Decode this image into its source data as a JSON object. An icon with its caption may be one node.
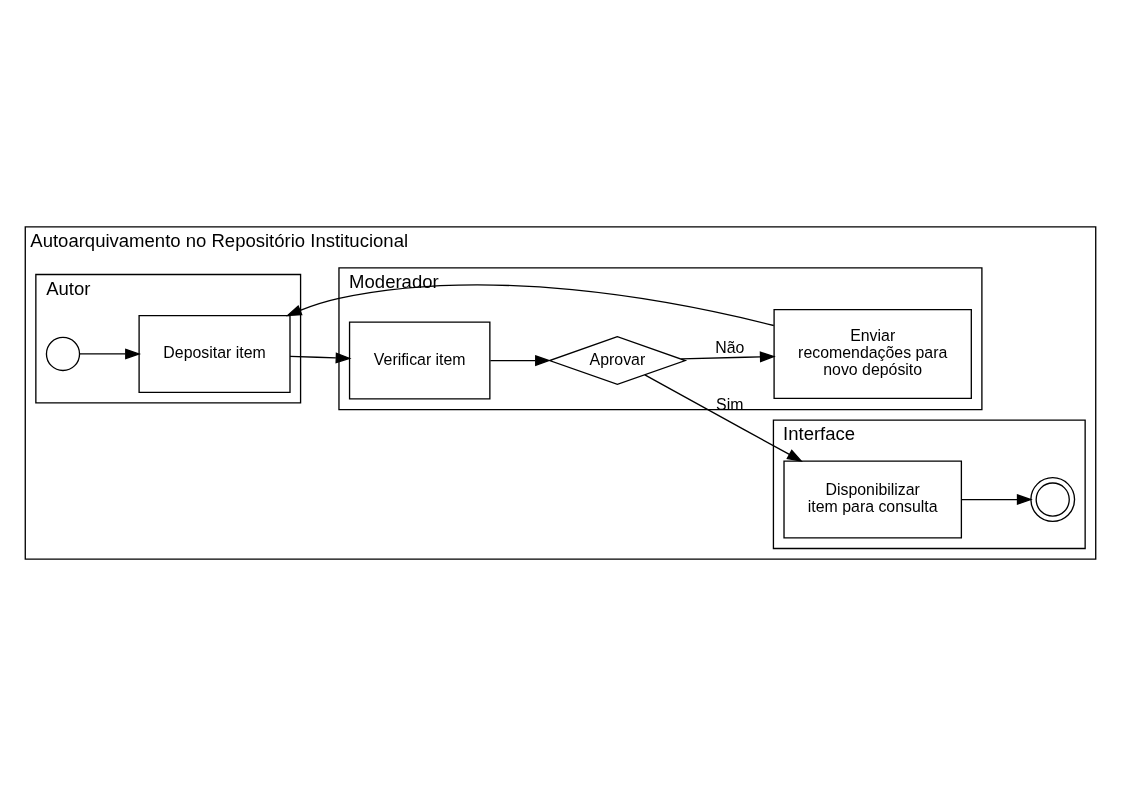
{
  "diagram": {
    "nodes": [
      {
        "text": [
          "Autoarquivamento no Repositório Institucional"
        ]
      },
      {
        "text": [
          "Autor"
        ],
        "in": 0
      },
      {
        "text": [
          "Moderador"
        ],
        "in": 0
      },
      {
        "text": [
          "Interface"
        ],
        "in": 0
      },
      {
        "text": [],
        "shape": "circle",
        "in": 1
      },
      {
        "text": [
          "Depositar item"
        ],
        "in": 1
      },
      {
        "text": [
          "Verificar item"
        ],
        "in": 2
      },
      {
        "text": [
          "Aprovar"
        ],
        "in": 2
      },
      {
        "text": [
          "Enviar recomendações para novo depósito"
        ],
        "in": 2
      },
      {
        "text": [
          "Disponibilizar item para consulta"
        ],
        "in": 3
      },
      {
        "text": [],
        "shape": "circle",
        "in": 3
      }
    ],
    "edges": [
      {
        "from": 4,
        "to": 5,
        "arrow": "to"
      },
      {
        "from": 5,
        "to": 6,
        "arrow": "to"
      },
      {
        "from": 6,
        "to": 7,
        "arrow": "to"
      },
      {
        "from": 7,
        "to": 8,
        "arrow": "to",
        "label": "Não"
      },
      {
        "from": 8,
        "to": 5,
        "arrow": "to"
      },
      {
        "from": 7,
        "to": 9,
        "arrow": "to",
        "label": "Sim"
      },
      {
        "from": 9,
        "to": 10,
        "arrow": "to"
      }
    ]
  }
}
